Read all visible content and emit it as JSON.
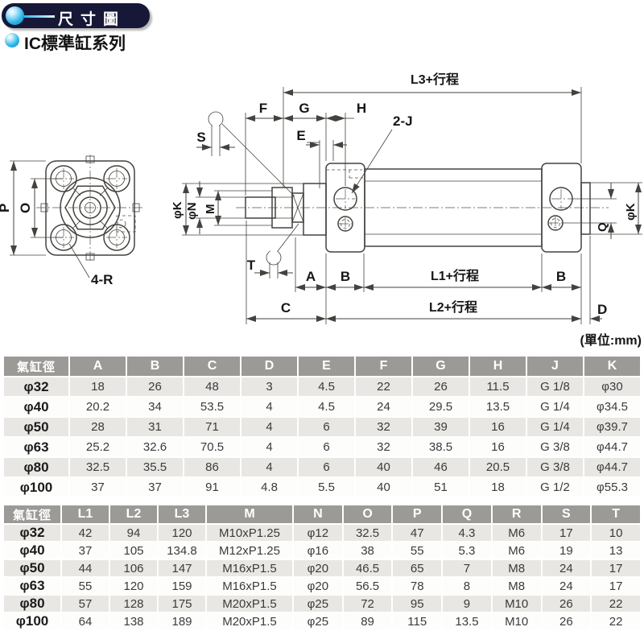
{
  "header": {
    "badge_title": "尺寸圖",
    "series_title": "IC標準缸系列"
  },
  "colors": {
    "accent_cyan": "#2eb6ea",
    "badge_bg": "#171738",
    "table_header_bg": "#9c9a97",
    "row_alt_bg": "#e9e7e3"
  },
  "diagram": {
    "labels": {
      "l3_stroke": "L3+行程",
      "f": "F",
      "g": "G",
      "h": "H",
      "e": "E",
      "two_j": "2-J",
      "s": "S",
      "p": "P",
      "o": "O",
      "four_r": "4-R",
      "phi_k_left": "φK",
      "phi_n": "φN",
      "m": "M",
      "t": "T",
      "a": "A",
      "b_front": "B",
      "l1_stroke": "L1+行程",
      "b_rear": "B",
      "c": "C",
      "l2_stroke": "L2+行程",
      "d": "D",
      "q": "Q",
      "phi_k_right": "φK",
      "unit": "(單位:mm)"
    }
  },
  "table1": {
    "headers": [
      "氣缸徑",
      "A",
      "B",
      "C",
      "D",
      "E",
      "F",
      "G",
      "H",
      "J",
      "K"
    ],
    "rows": [
      [
        "φ32",
        "18",
        "26",
        "48",
        "3",
        "4.5",
        "22",
        "26",
        "11.5",
        "G 1/8",
        "φ30"
      ],
      [
        "φ40",
        "20.2",
        "34",
        "53.5",
        "4",
        "4.5",
        "24",
        "29.5",
        "13.5",
        "G 1/4",
        "φ34.5"
      ],
      [
        "φ50",
        "28",
        "31",
        "71",
        "4",
        "6",
        "32",
        "39",
        "16",
        "G 1/4",
        "φ39.7"
      ],
      [
        "φ63",
        "25.2",
        "32.6",
        "70.5",
        "4",
        "6",
        "32",
        "38.5",
        "16",
        "G 3/8",
        "φ44.7"
      ],
      [
        "φ80",
        "32.5",
        "35.5",
        "86",
        "4",
        "6",
        "40",
        "46",
        "20.5",
        "G 3/8",
        "φ44.7"
      ],
      [
        "φ100",
        "37",
        "37",
        "91",
        "4.8",
        "5.5",
        "40",
        "51",
        "18",
        "G 1/2",
        "φ55.3"
      ]
    ]
  },
  "table2": {
    "headers": [
      "氣缸徑",
      "L1",
      "L2",
      "L3",
      "M",
      "N",
      "O",
      "P",
      "Q",
      "R",
      "S",
      "T"
    ],
    "rows": [
      [
        "φ32",
        "42",
        "94",
        "120",
        "M10xP1.25",
        "φ12",
        "32.5",
        "47",
        "4.3",
        "M6",
        "17",
        "10"
      ],
      [
        "φ40",
        "37",
        "105",
        "134.8",
        "M12xP1.25",
        "φ16",
        "38",
        "55",
        "5.3",
        "M6",
        "19",
        "13"
      ],
      [
        "φ50",
        "44",
        "106",
        "147",
        "M16xP1.5",
        "φ20",
        "46.5",
        "65",
        "7",
        "M8",
        "24",
        "17"
      ],
      [
        "φ63",
        "55",
        "120",
        "159",
        "M16xP1.5",
        "φ20",
        "56.5",
        "78",
        "8",
        "M8",
        "24",
        "17"
      ],
      [
        "φ80",
        "57",
        "128",
        "175",
        "M20xP1.5",
        "φ25",
        "72",
        "95",
        "9",
        "M10",
        "26",
        "22"
      ],
      [
        "φ100",
        "64",
        "138",
        "189",
        "M20xP1.5",
        "φ25",
        "89",
        "115",
        "13.5",
        "M10",
        "26",
        "22"
      ]
    ]
  }
}
